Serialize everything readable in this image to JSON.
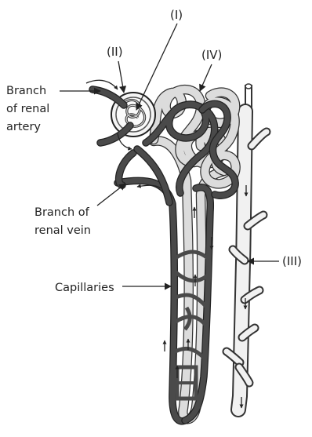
{
  "diagram": {
    "labels": {
      "one": "(I)",
      "two": "(II)",
      "three": "(III)",
      "four": "(IV)",
      "artery_line1": "Branch",
      "artery_line2": "of renal",
      "artery_line3": "artery",
      "vein_line1": "Branch of",
      "vein_line2": "renal vein",
      "capillaries": "Capillaries"
    },
    "colors": {
      "tubule_fill": "#dcdcdc",
      "capillary": "#4a4a4a",
      "outline": "#222222",
      "background": "#ffffff"
    }
  }
}
